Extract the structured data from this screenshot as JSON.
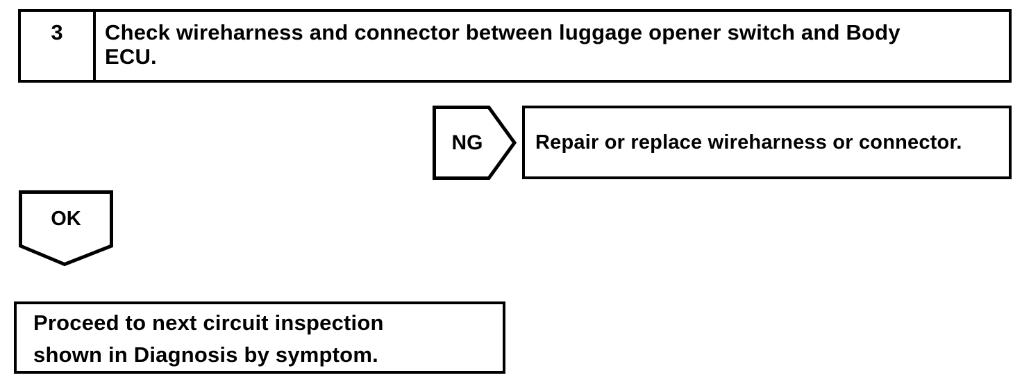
{
  "page": {
    "background_color": "#ffffff",
    "line_color": "#000000"
  },
  "step": {
    "number": "3",
    "instruction": "Check wireharness and connector between luggage opener switch and Body\nECU."
  },
  "ng_branch": {
    "label": "NG",
    "action": "Repair or replace wireharness or connector."
  },
  "ok_branch": {
    "label": "OK",
    "action": "Proceed to next circuit inspection\nshown in Diagnosis by symptom."
  }
}
